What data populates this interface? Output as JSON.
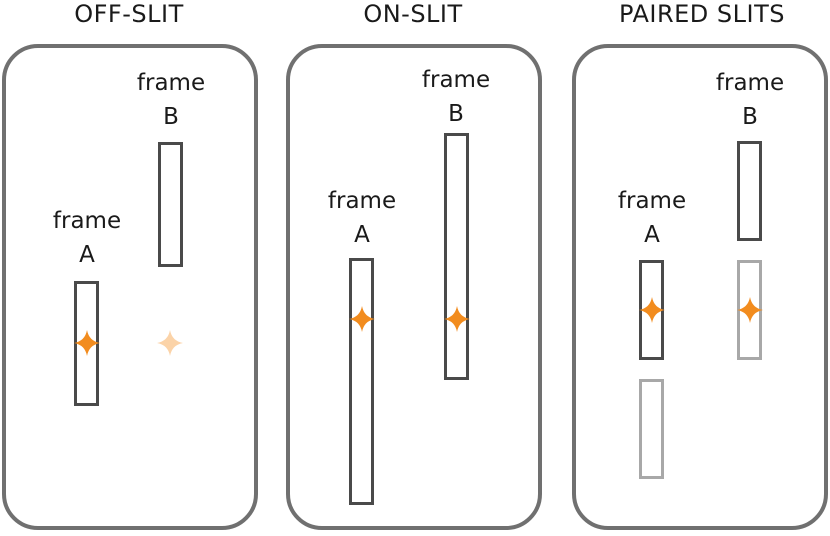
{
  "panels": [
    {
      "title": "OFF-SLIT",
      "frame_a": {
        "word": "frame",
        "letter": "A"
      },
      "frame_b": {
        "word": "frame",
        "letter": "B"
      }
    },
    {
      "title": "ON-SLIT",
      "frame_a": {
        "word": "frame",
        "letter": "A"
      },
      "frame_b": {
        "word": "frame",
        "letter": "B"
      }
    },
    {
      "title": "PAIRED SLITS",
      "frame_a": {
        "word": "frame",
        "letter": "A"
      },
      "frame_b": {
        "word": "frame",
        "letter": "B"
      }
    }
  ],
  "colors": {
    "star": "#f28c1e",
    "star_faded": "#fbd3a8",
    "slit": "#4a4a4a",
    "slit_faded": "#a8a8a8",
    "panel_border": "#707070"
  },
  "icons": {
    "star": "four-point-star-icon"
  }
}
